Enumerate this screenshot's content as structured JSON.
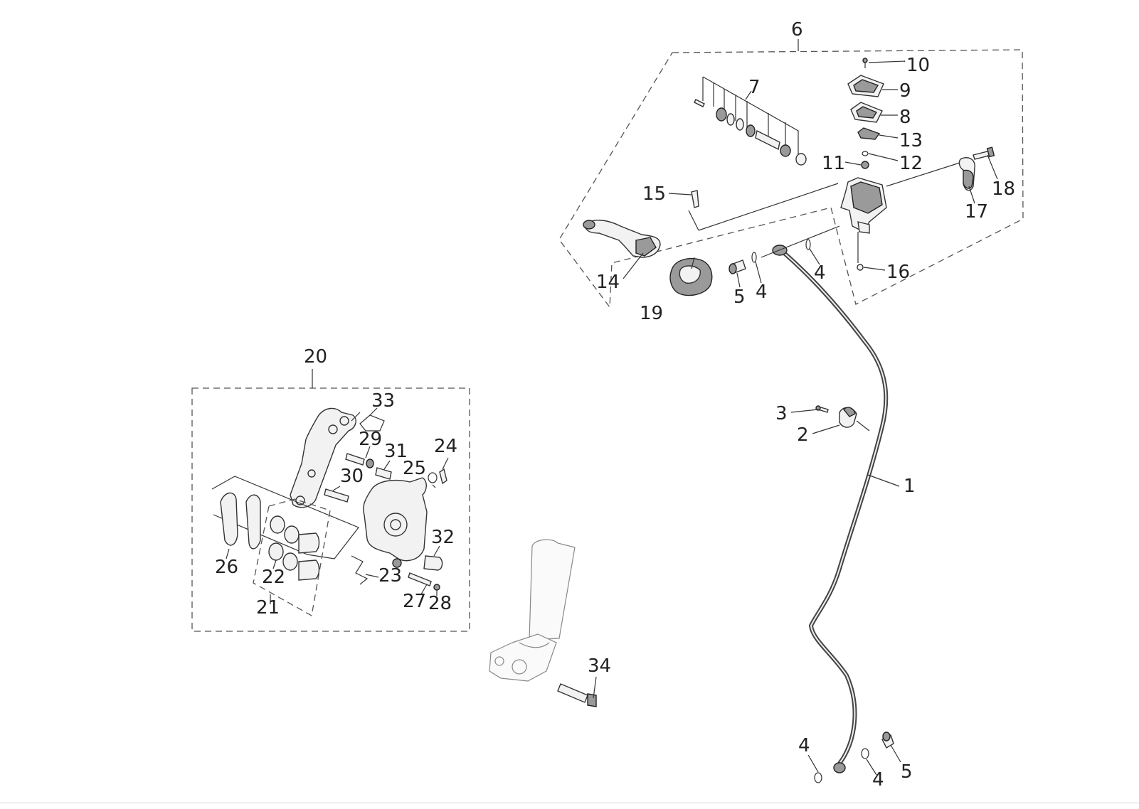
{
  "diagram": {
    "callouts": [
      {
        "id": "1",
        "text": "1"
      },
      {
        "id": "2",
        "text": "2"
      },
      {
        "id": "3",
        "text": "3"
      },
      {
        "id": "4a",
        "text": "4"
      },
      {
        "id": "4b",
        "text": "4"
      },
      {
        "id": "4c",
        "text": "4"
      },
      {
        "id": "4d",
        "text": "4"
      },
      {
        "id": "5a",
        "text": "5"
      },
      {
        "id": "5b",
        "text": "5"
      },
      {
        "id": "6",
        "text": "6"
      },
      {
        "id": "7",
        "text": "7"
      },
      {
        "id": "8",
        "text": "8"
      },
      {
        "id": "9",
        "text": "9"
      },
      {
        "id": "10",
        "text": "10"
      },
      {
        "id": "11",
        "text": "11"
      },
      {
        "id": "12",
        "text": "12"
      },
      {
        "id": "13",
        "text": "13"
      },
      {
        "id": "14",
        "text": "14"
      },
      {
        "id": "15",
        "text": "15"
      },
      {
        "id": "16",
        "text": "16"
      },
      {
        "id": "17",
        "text": "17"
      },
      {
        "id": "18",
        "text": "18"
      },
      {
        "id": "19",
        "text": "19"
      },
      {
        "id": "20",
        "text": "20"
      },
      {
        "id": "21",
        "text": "21"
      },
      {
        "id": "22",
        "text": "22"
      },
      {
        "id": "23",
        "text": "23"
      },
      {
        "id": "24",
        "text": "24"
      },
      {
        "id": "25",
        "text": "25"
      },
      {
        "id": "26",
        "text": "26"
      },
      {
        "id": "27",
        "text": "27"
      },
      {
        "id": "28",
        "text": "28"
      },
      {
        "id": "29",
        "text": "29"
      },
      {
        "id": "30",
        "text": "30"
      },
      {
        "id": "31",
        "text": "31"
      },
      {
        "id": "32",
        "text": "32"
      },
      {
        "id": "33",
        "text": "33"
      },
      {
        "id": "34",
        "text": "34"
      }
    ]
  }
}
